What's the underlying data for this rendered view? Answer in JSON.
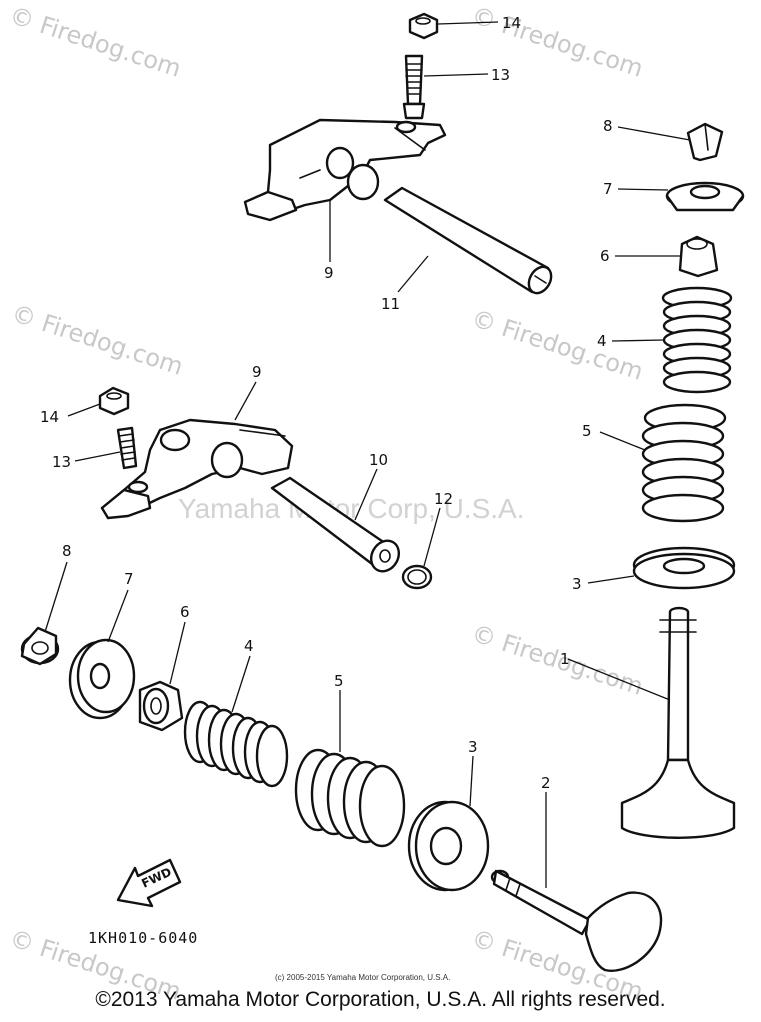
{
  "watermark": {
    "text": "© Firedog.com",
    "corp_text": "Yamaha Motor Corp, U.S.A."
  },
  "callouts": {
    "n1": "1",
    "n2": "2",
    "n3a": "3",
    "n3b": "3",
    "n4a": "4",
    "n4b": "4",
    "n5a": "5",
    "n5b": "5",
    "n6a": "6",
    "n6b": "6",
    "n7a": "7",
    "n7b": "7",
    "n8a": "8",
    "n8b": "8",
    "n9a": "9",
    "n9b": "9",
    "n10": "10",
    "n11": "11",
    "n12": "12",
    "n13a": "13",
    "n13b": "13",
    "n14a": "14",
    "n14b": "14"
  },
  "fwd_label": "FWD",
  "diagram_code": "1KH010-6040",
  "small_copyright": "(c) 2005-2015 Yamaha Motor Corporation, U.S.A.",
  "footer_copyright": "©2013 Yamaha Motor Corporation, U.S.A. All rights reserved."
}
